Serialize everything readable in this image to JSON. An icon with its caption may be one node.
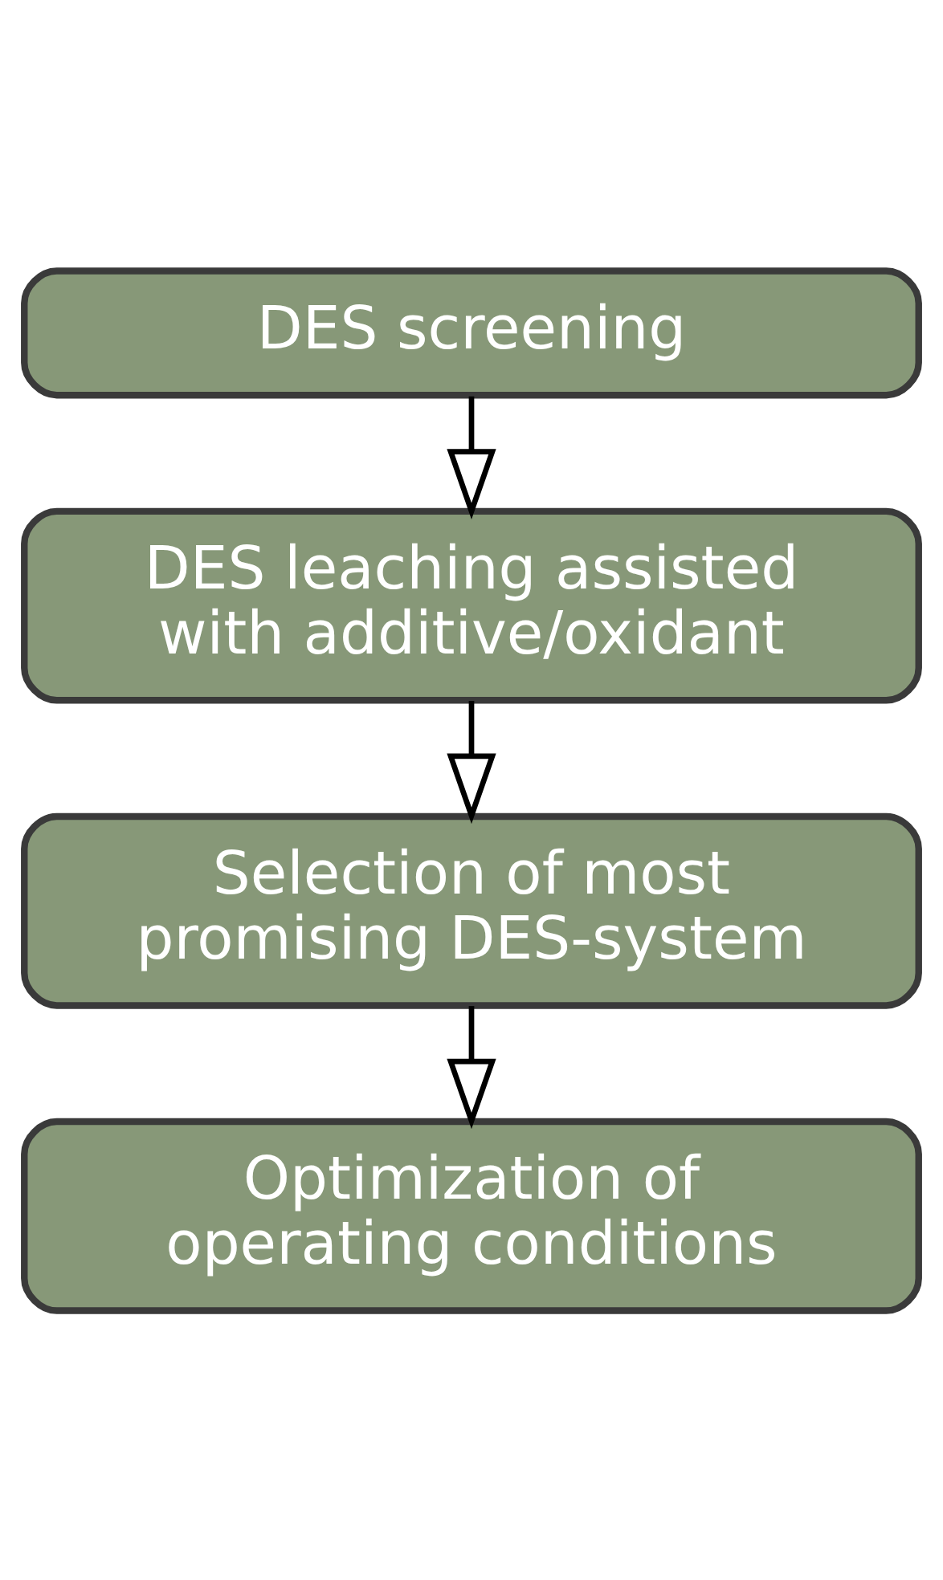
{
  "diagram": {
    "nodes": [
      {
        "text": [
          "DES screening"
        ]
      },
      {
        "text": [
          "DES leaching assisted with additive/oxidant"
        ]
      },
      {
        "text": [
          "Selection of most promising DES-system"
        ]
      },
      {
        "text": [
          "Optimization of operating conditions"
        ]
      }
    ],
    "edges": [
      {
        "from": 0,
        "to": 1,
        "arrow": "to"
      },
      {
        "from": 1,
        "to": 2,
        "arrow": "to"
      },
      {
        "from": 2,
        "to": 3,
        "arrow": "to"
      }
    ]
  }
}
